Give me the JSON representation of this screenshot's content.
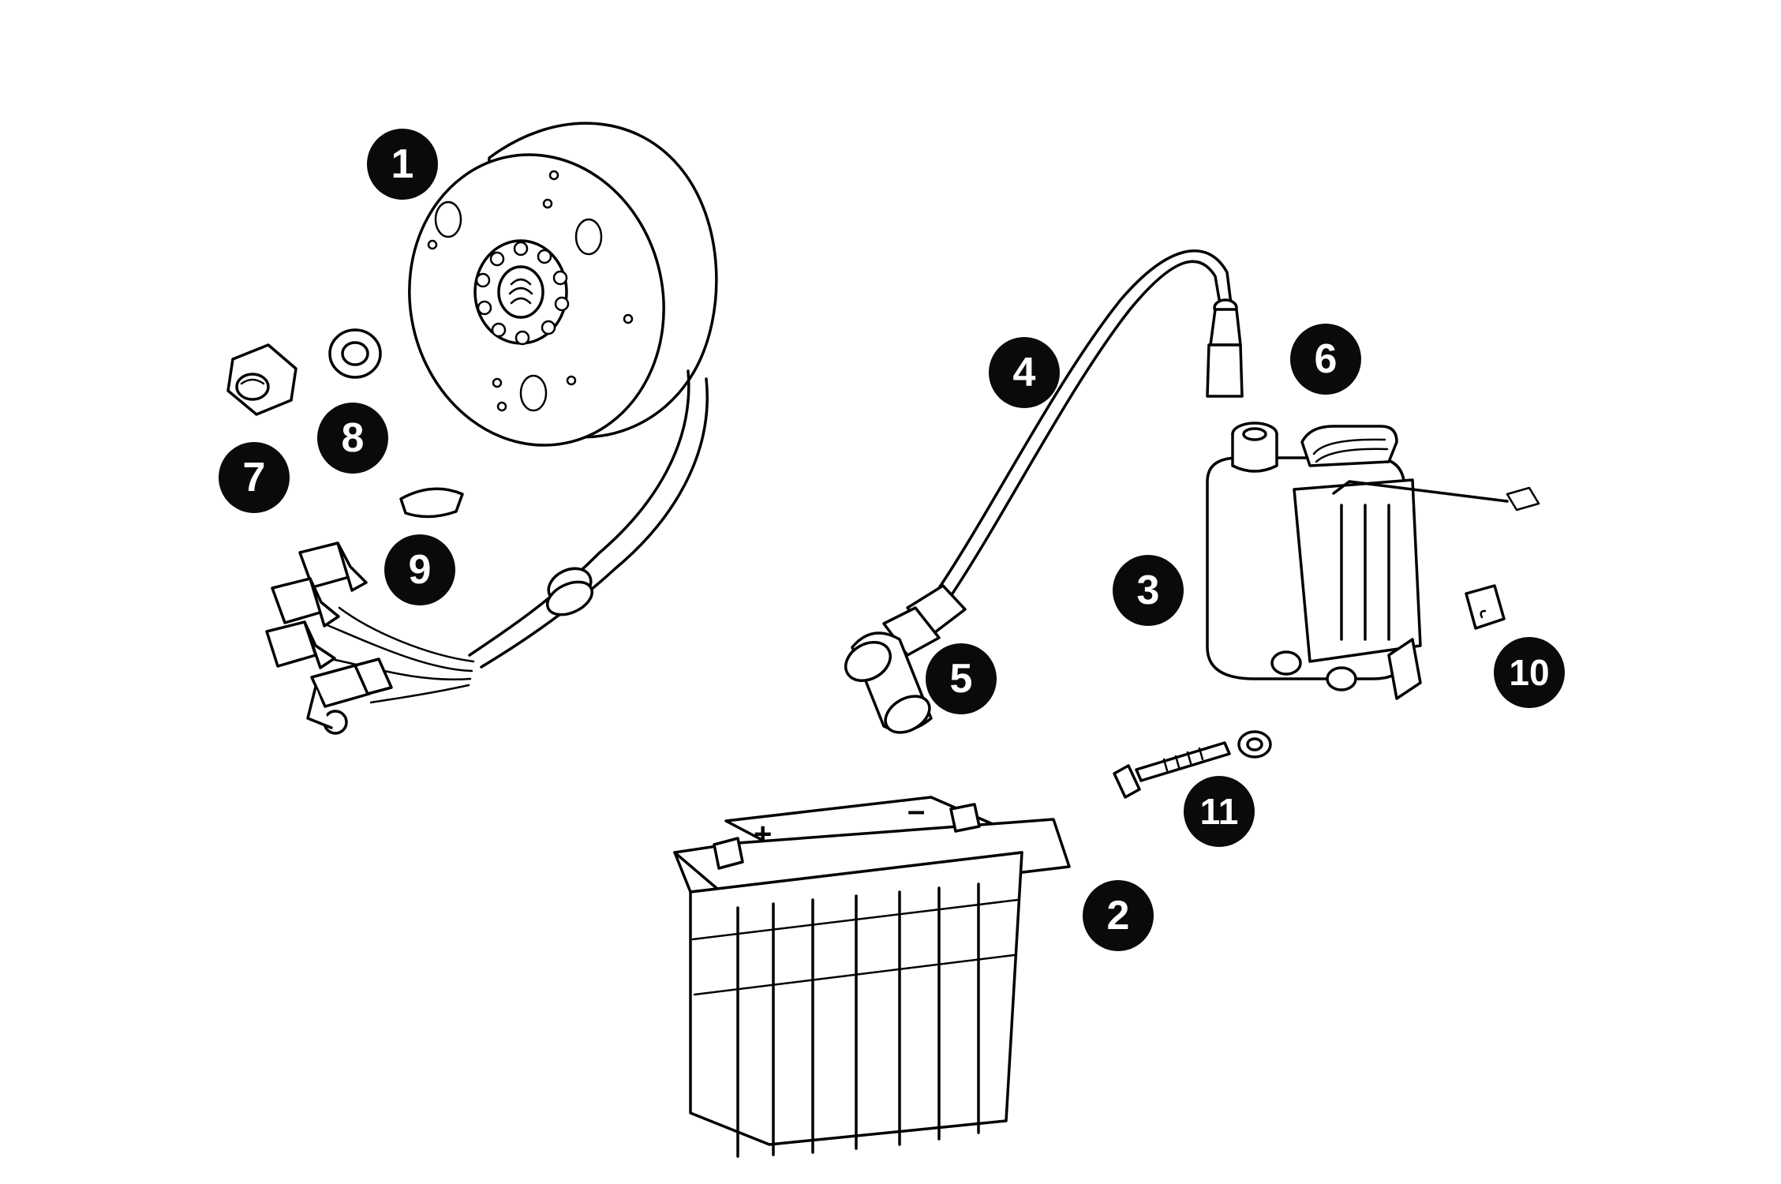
{
  "callouts": {
    "c1": "1",
    "c2": "2",
    "c3": "3",
    "c4": "4",
    "c5": "5",
    "c6": "6",
    "c7": "7",
    "c8": "8",
    "c9": "9",
    "c10": "10",
    "c11": "11"
  },
  "battery": {
    "plus_mark": "+",
    "minus_mark": "–"
  },
  "colors": {
    "ink": "#000000",
    "paper": "#ffffff",
    "callout_fill": "#0a0a0a",
    "callout_text": "#ffffff"
  }
}
